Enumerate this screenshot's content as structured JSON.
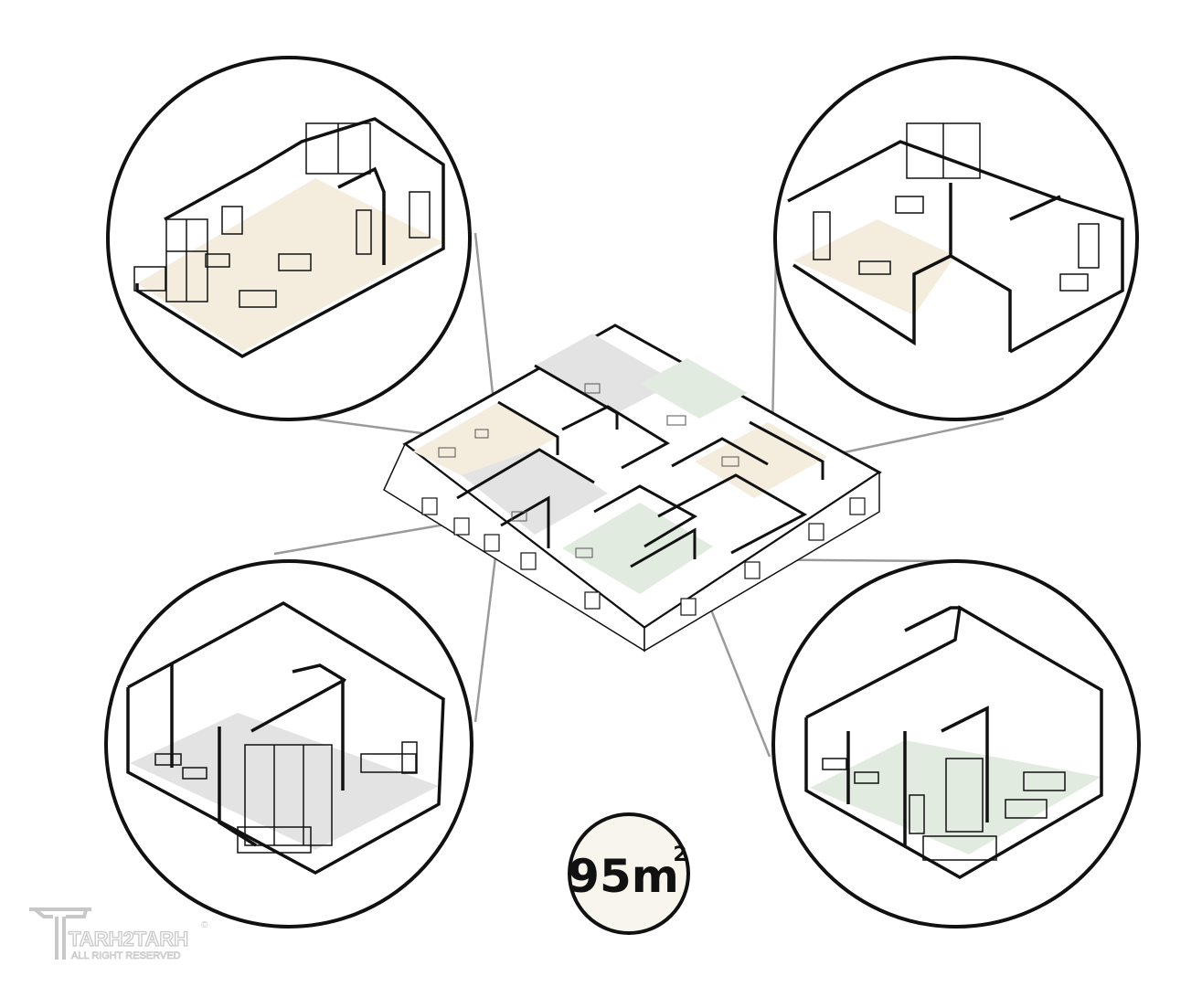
{
  "area_badge": {
    "value": "95m",
    "superscript": "2"
  },
  "watermark": {
    "brand": "TARH2TARH",
    "copyright_symbol": "©",
    "tagline": "ALL RIGHT RESERVED"
  },
  "colors": {
    "line": "#111111",
    "leader_line": "#9a9a9a",
    "beige_floor": "#f4ecdc",
    "grey_floor": "#e3e3e3",
    "green_floor": "#e2ebe0",
    "badge_fill": "#f7f5ec",
    "watermark": "#c8c8c8"
  },
  "detail_views": [
    {
      "name": "unit-beige-left",
      "floor": "beige"
    },
    {
      "name": "unit-beige-right",
      "floor": "beige"
    },
    {
      "name": "unit-grey",
      "floor": "grey"
    },
    {
      "name": "unit-green",
      "floor": "green"
    }
  ]
}
